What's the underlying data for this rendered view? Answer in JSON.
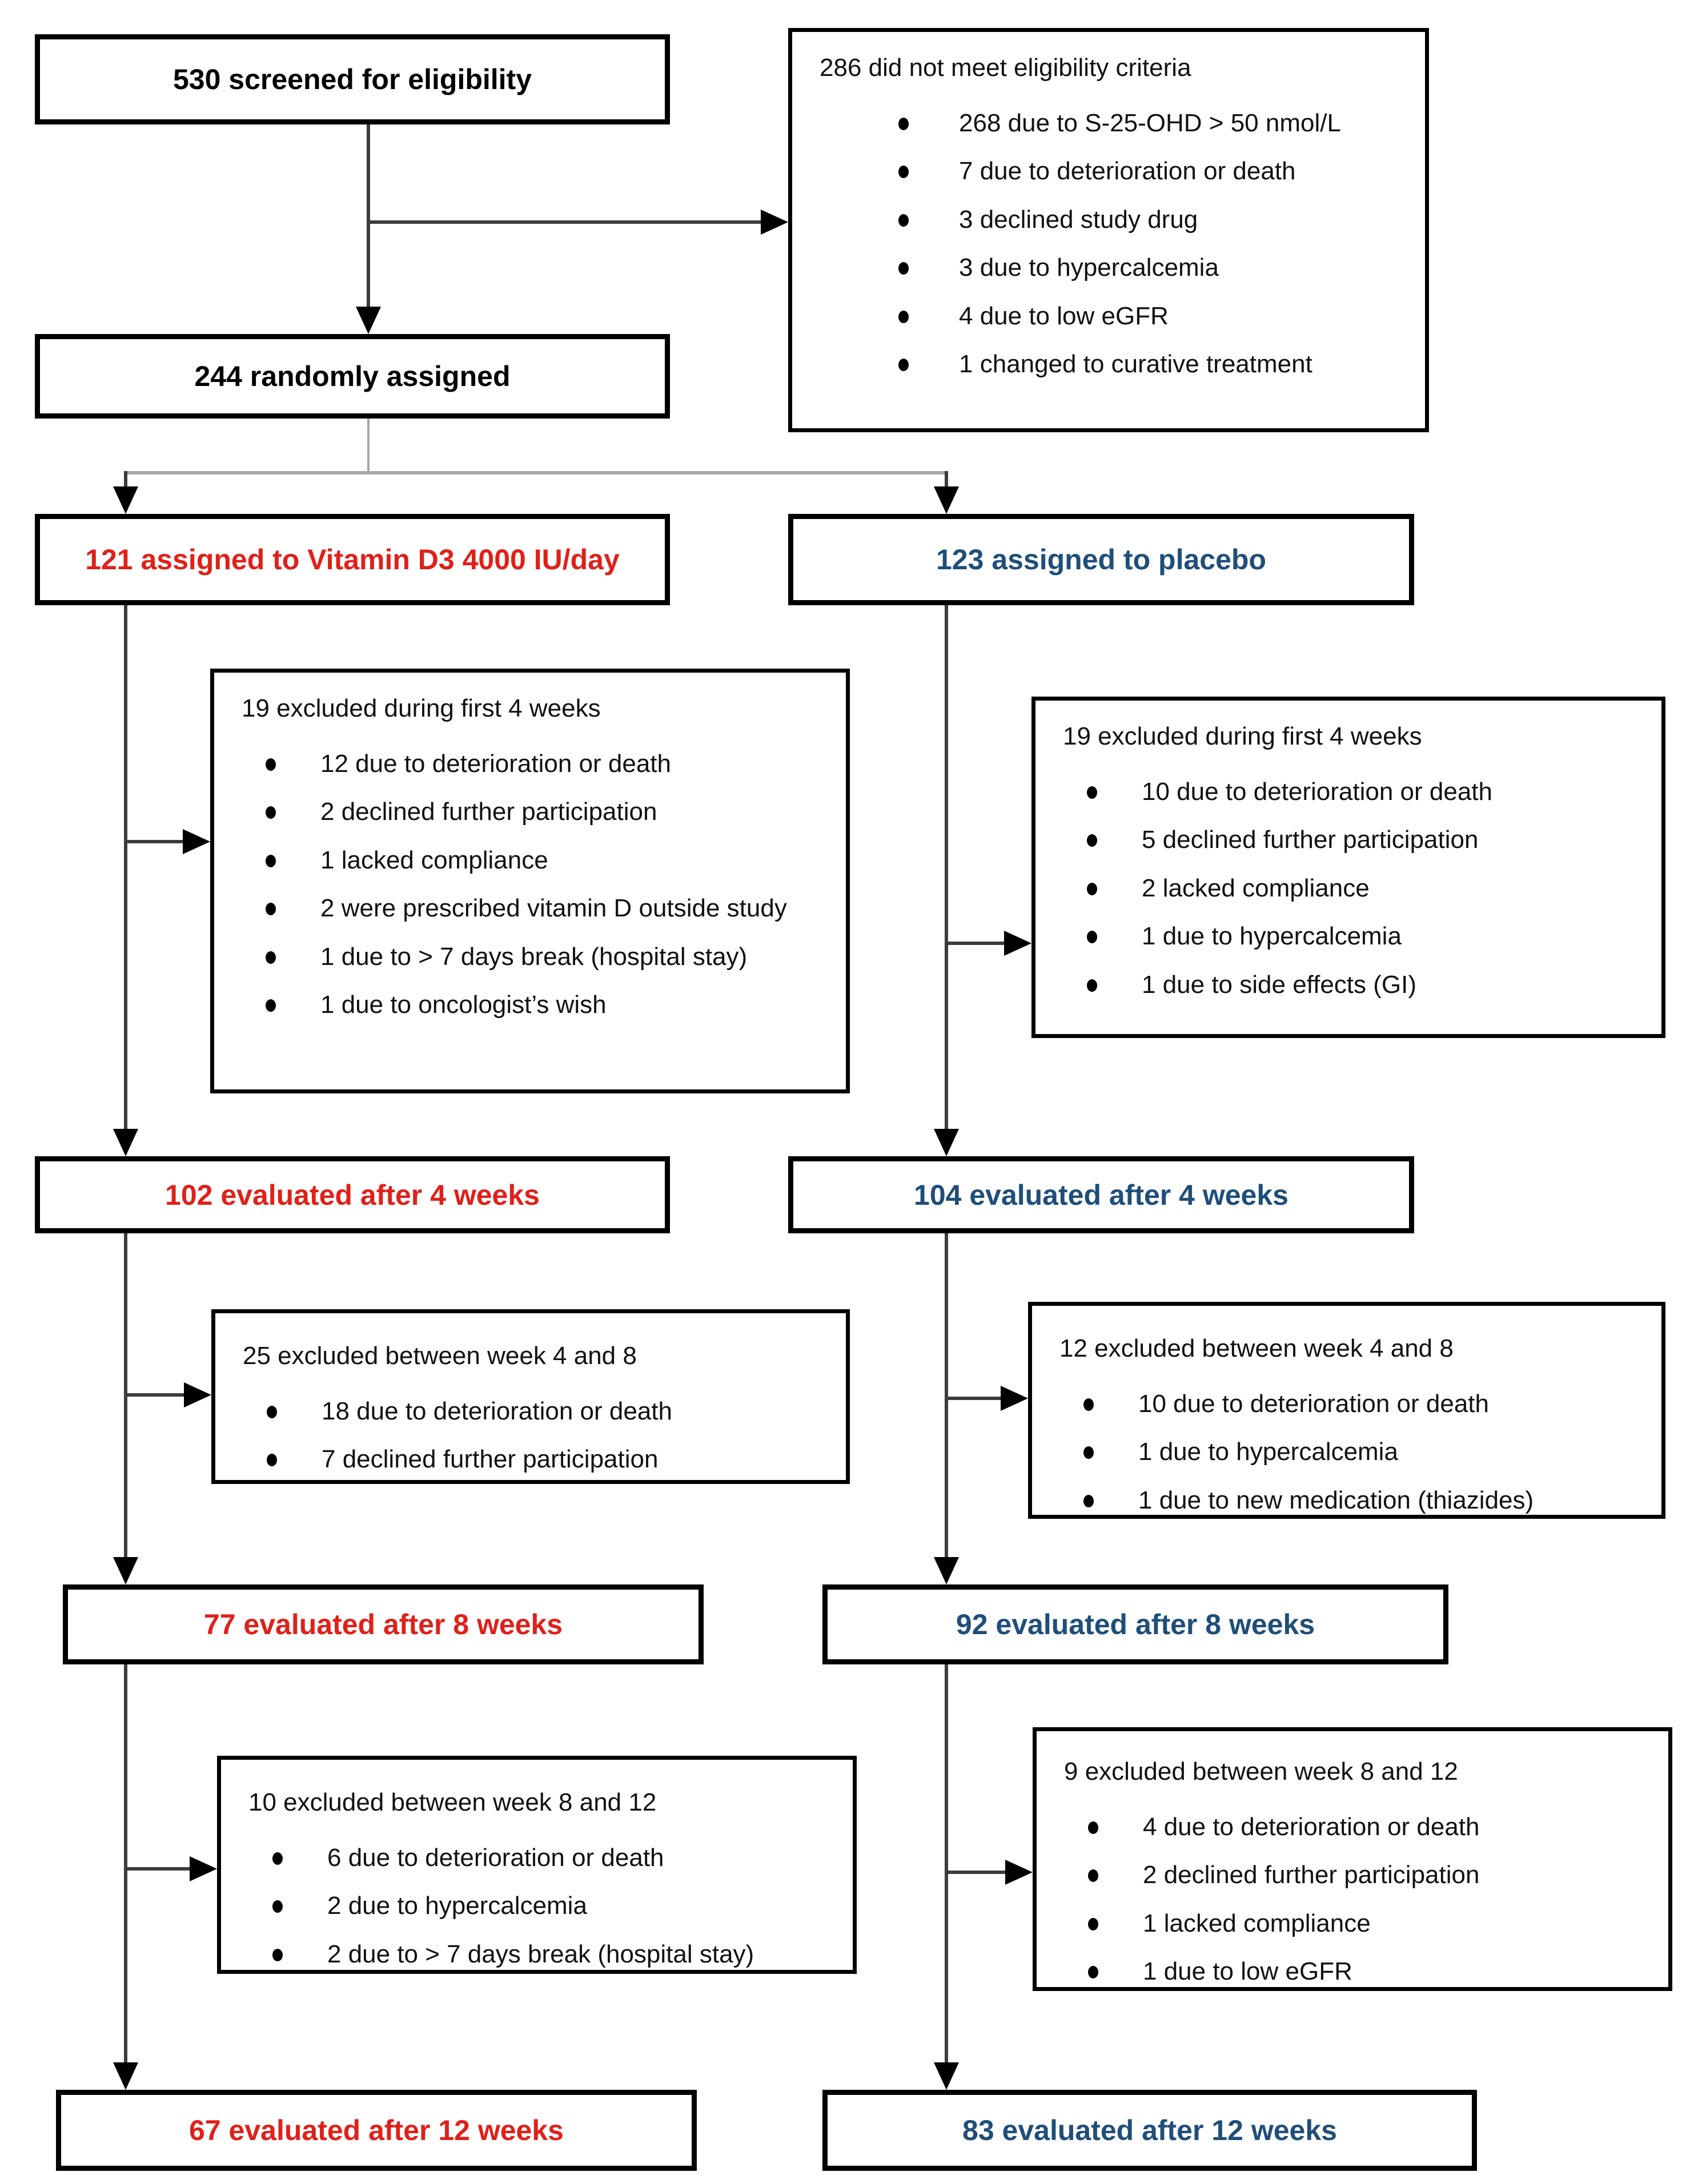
{
  "colors": {
    "arm_a_text": "#e02019",
    "arm_b_text": "#1f4e79",
    "box_border": "#000000",
    "connector": "#000000",
    "randomization_connector": "#a6a6a6"
  },
  "boxes": {
    "screened": {
      "text": "530 screened for eligibility"
    },
    "not_eligible": {
      "title": "286 did not meet eligibility criteria",
      "bullets": [
        "268 due to S-25-OHD > 50 nmol/L",
        "7 due to deterioration or death",
        "3 declined study drug",
        "3 due to hypercalcemia",
        "4 due to low eGFR",
        "1 changed to curative treatment"
      ]
    },
    "randomized": {
      "text": "244 randomly assigned"
    },
    "arm_a_assigned": {
      "text": "121 assigned to Vitamin D3 4000 IU/day"
    },
    "arm_b_assigned": {
      "text": "123 assigned to placebo"
    },
    "arm_a_excluded_w4": {
      "title": "19 excluded during first 4 weeks",
      "bullets": [
        "12 due to deterioration or death",
        "2 declined further participation",
        "1 lacked compliance",
        "2 were prescribed vitamin D outside study",
        "1 due to > 7 days break (hospital stay)",
        "1 due to oncologist’s wish"
      ]
    },
    "arm_b_excluded_w4": {
      "title": "19 excluded during first 4 weeks",
      "bullets": [
        "10 due to deterioration or death",
        "5 declined further participation",
        "2 lacked compliance",
        "1 due to hypercalcemia",
        "1 due to side effects (GI)"
      ]
    },
    "arm_a_eval_w4": {
      "text": "102 evaluated after 4 weeks"
    },
    "arm_b_eval_w4": {
      "text": "104 evaluated after 4 weeks"
    },
    "arm_a_excluded_w8": {
      "title": "25 excluded between week 4 and 8",
      "bullets": [
        "18 due to deterioration or death",
        "7 declined further participation"
      ]
    },
    "arm_b_excluded_w8": {
      "title": "12 excluded between week 4 and 8",
      "bullets": [
        "10 due to deterioration or death",
        "1 due to hypercalcemia",
        "1 due to new medication (thiazides)"
      ]
    },
    "arm_a_eval_w8": {
      "text": "77 evaluated after 8 weeks"
    },
    "arm_b_eval_w8": {
      "text": "92 evaluated after 8 weeks"
    },
    "arm_a_excluded_w12": {
      "title": "10 excluded between week 8 and 12",
      "bullets": [
        "6 due to deterioration or death",
        "2 due to hypercalcemia",
        "2 due to > 7 days break (hospital stay)"
      ]
    },
    "arm_b_excluded_w12": {
      "title": "9 excluded between week 8 and 12",
      "bullets": [
        "4 due to deterioration or death",
        "2 declined further participation",
        "1 lacked compliance",
        "1 due to low eGFR"
      ]
    },
    "arm_a_eval_w12": {
      "text": "67 evaluated after 12 weeks"
    },
    "arm_b_eval_w12": {
      "text": "83 evaluated after 12 weeks"
    }
  }
}
